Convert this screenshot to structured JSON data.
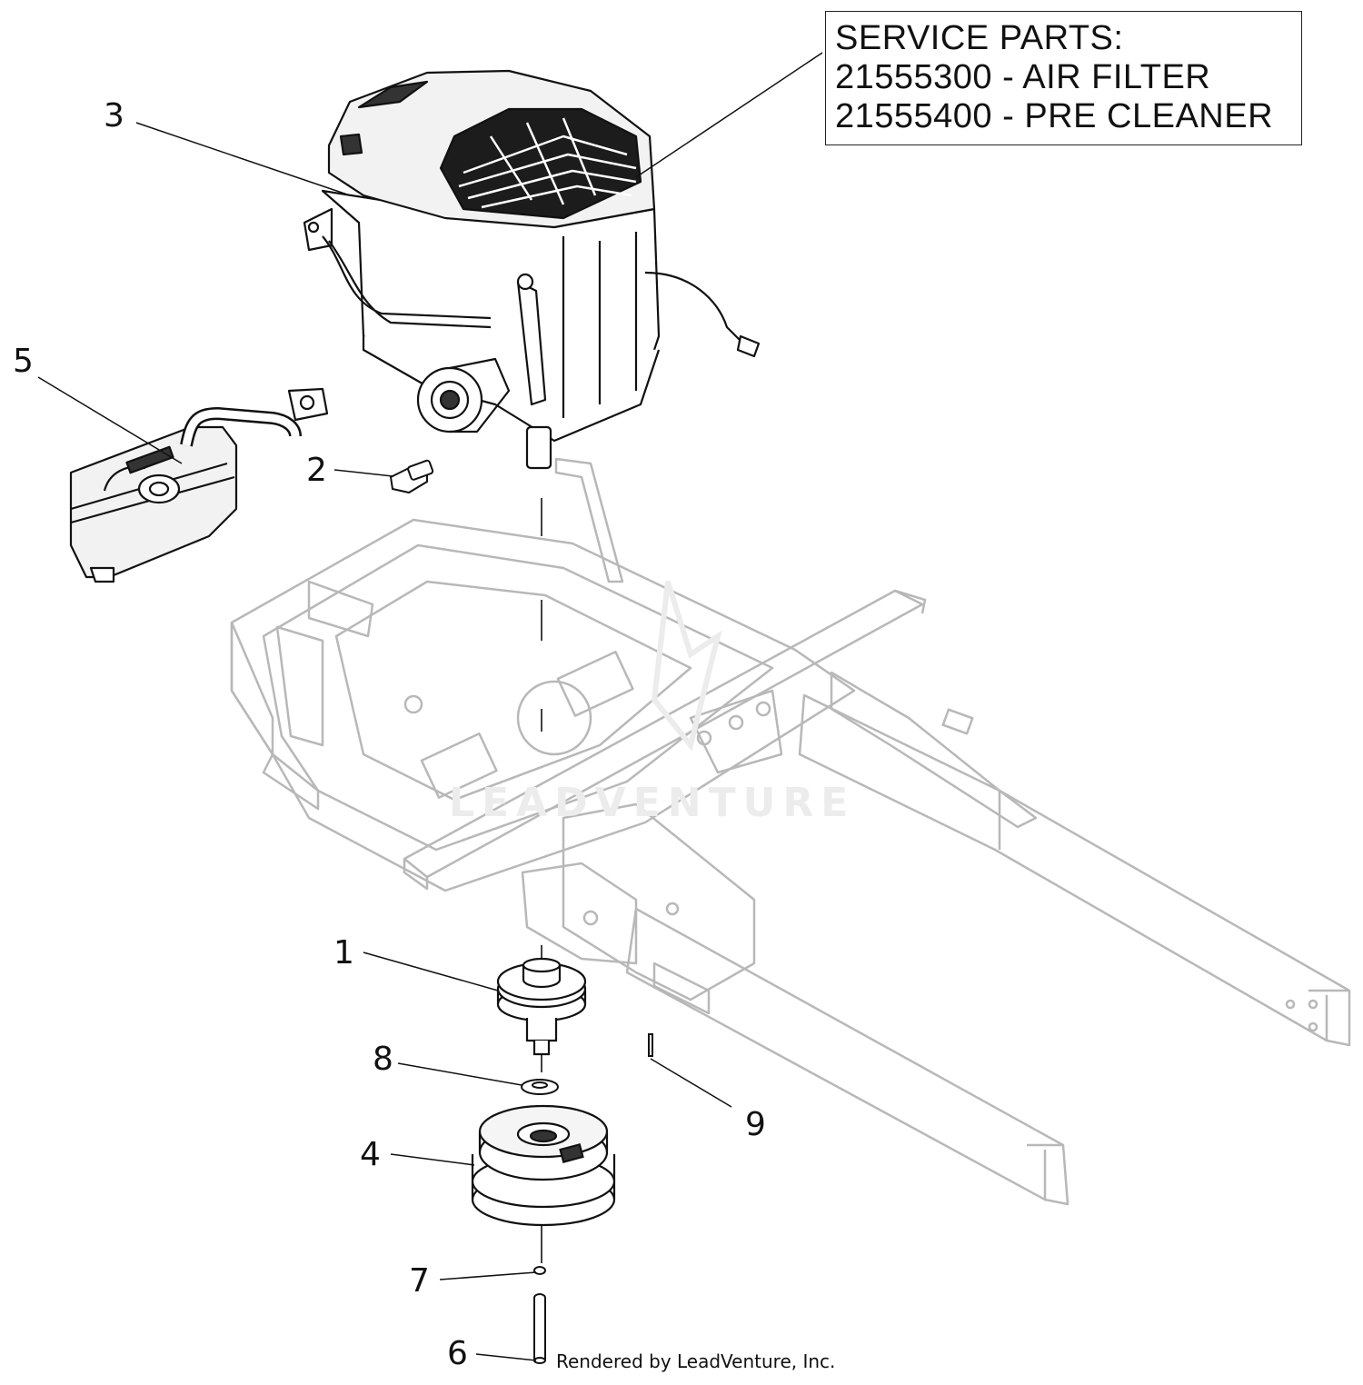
{
  "service_parts": {
    "lines": [
      "SERVICE PARTS:",
      "21555300 - AIR FILTER",
      "21555400 - PRE CLEANER"
    ]
  },
  "callouts": [
    "1",
    "2",
    "3",
    "4",
    "5",
    "6",
    "7",
    "8",
    "9"
  ],
  "watermark": "LEADVENTURE",
  "footer": "Rendered by LeadVenture, Inc.",
  "colors": {
    "ink": "#111111",
    "frame": "#b8b8b8",
    "watermark": "#ececec"
  }
}
